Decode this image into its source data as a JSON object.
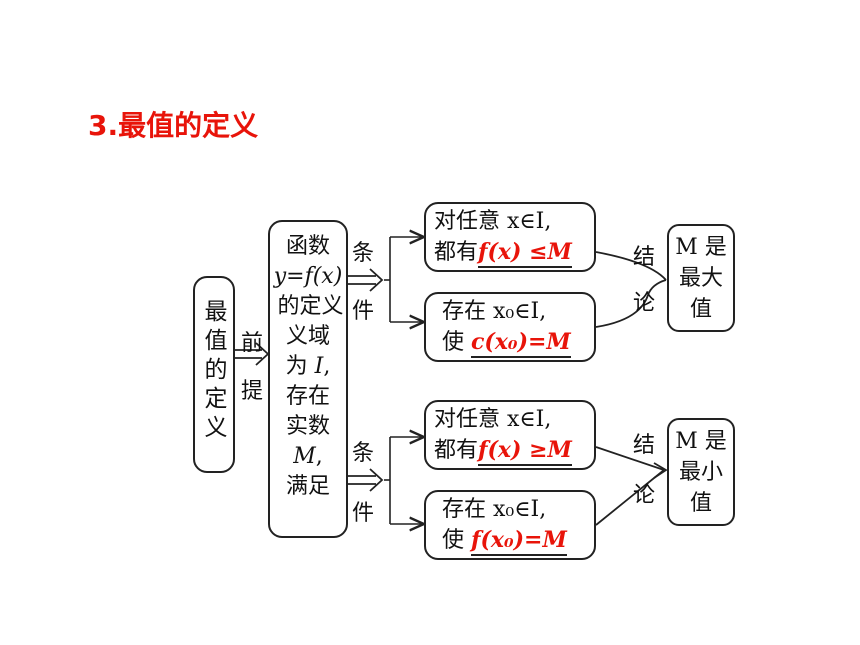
{
  "title": "3.最值的定义",
  "root": {
    "label": "最值的定义"
  },
  "premise_arrow": {
    "label": "前提"
  },
  "premise_box": {
    "line1": "函数",
    "line2_a": "y=f",
    "line2_b": "(x)",
    "line3": "的定义",
    "line4": "义域",
    "line5_a": "为 ",
    "line5_b": "I",
    "line5_c": ",",
    "line6": "存在",
    "line7": "实数",
    "line8_a": "M",
    "line8_b": ",",
    "line9": "满足"
  },
  "condition_label": {
    "top": "条",
    "bottom": "件"
  },
  "conclusion_label": {
    "top": "结",
    "bottom": "论"
  },
  "max_branch": {
    "cond1_line1": "对任意 x∈I,",
    "cond1_line2_prefix": "都有",
    "cond1_formula": "f(x) ≤M",
    "cond2_line1": "存在 x₀∈I,",
    "cond2_line2_prefix": "使",
    "cond2_formula": "c(x₀)=M",
    "result_line1": "M 是",
    "result_line2": "最大",
    "result_line3": "值"
  },
  "min_branch": {
    "cond1_line1": "对任意 x∈I,",
    "cond1_line2_prefix": "都有",
    "cond1_formula": "f(x) ≥M",
    "cond2_line1": "存在 x₀∈I,",
    "cond2_line2_prefix": "使",
    "cond2_formula": "f(x₀)=M",
    "result_line1": "M 是",
    "result_line2": "最小",
    "result_line3": "值"
  },
  "colors": {
    "title": "#e8140a",
    "formula": "#e8140a",
    "stroke": "#222222"
  }
}
